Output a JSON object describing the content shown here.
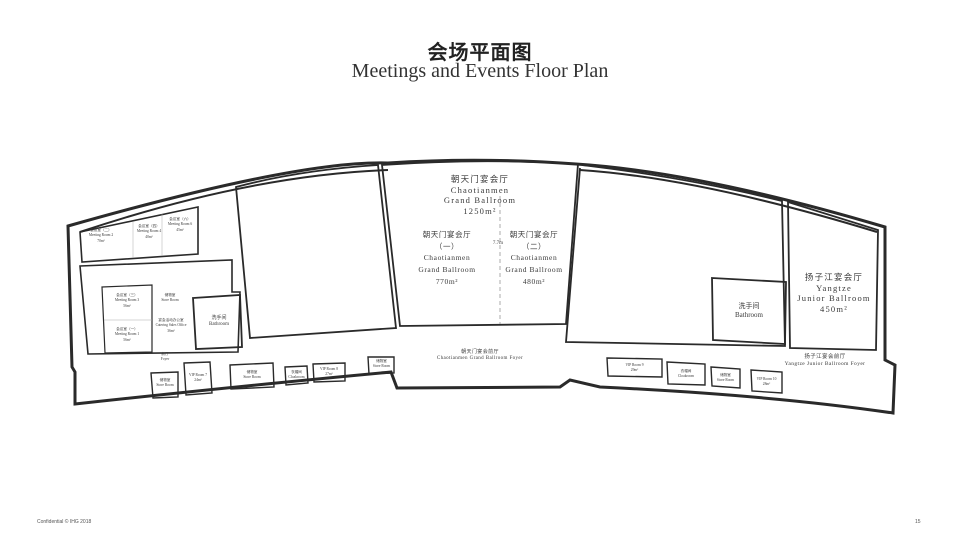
{
  "header": {
    "title_cn": "会场平面图",
    "title_en": "Meetings and Events Floor Plan"
  },
  "rooms": {
    "meeting_room_2": {
      "cn": "会议室（二）",
      "en": "Meeting Room 2",
      "area": "70m²"
    },
    "meeting_room_4": {
      "cn": "会议室（四）",
      "en": "Meeting Room 4",
      "area": "40m²"
    },
    "meeting_room_6": {
      "cn": "会议室（六）",
      "en": "Meeting Room 6",
      "area": "45m²"
    },
    "meeting_room_3": {
      "cn": "会议室（三）",
      "en": "Meeting Room 3",
      "area": "56m²"
    },
    "meeting_room_1": {
      "cn": "会议室（一）",
      "en": "Meeting Room 1",
      "area": "56m²"
    },
    "store_room_left": {
      "cn": "储物室",
      "en": "Store Room"
    },
    "catering_office": {
      "cn": "宴会活动办公室",
      "en": "Catering Sales Office",
      "area": "36m²"
    },
    "bathroom_left": {
      "cn": "洗手间",
      "en": "Bathroom"
    },
    "foyer_left": {
      "cn": "前厅",
      "en": "Foyer"
    },
    "store_room_a": {
      "cn": "储物室",
      "en": "Store Room"
    },
    "vip_room_7": {
      "cn": "",
      "en": "VIP Room 7",
      "area": "24m²"
    },
    "store_room_b": {
      "cn": "储物室",
      "en": "Store Room"
    },
    "cloakroom_left": {
      "cn": "衣帽间",
      "en": "Cloakroom"
    },
    "vip_room_8": {
      "cn": "",
      "en": "VIP Room 8",
      "area": "27m²"
    },
    "store_room_c": {
      "cn": "储物室",
      "en": "Store Room"
    },
    "grand_ballroom": {
      "cn": "朝天门宴会厅",
      "en1": "Chaotianmen",
      "en2": "Grand Ballroom",
      "area": "1250m²"
    },
    "grand_ballroom_1": {
      "cn": "朝天门宴会厅",
      "sub": "（一）",
      "en1": "Chaotianmen",
      "en2": "Grand Ballroom",
      "area": "770m²"
    },
    "grand_ballroom_2": {
      "cn": "朝天门宴会厅",
      "sub": "（二）",
      "en1": "Chaotianmen",
      "en2": "Grand Ballroom",
      "area": "480m²"
    },
    "divider_height": "7.7m",
    "grand_foyer": {
      "cn": "朝天门宴会前厅",
      "en": "Chaotianmen Grand Ballroom Foyer"
    },
    "vip_room_9": {
      "cn": "",
      "en": "VIP Room 9",
      "area": "29m²"
    },
    "cloakroom_right": {
      "cn": "衣帽间",
      "en": "Cloakroom"
    },
    "store_room_d": {
      "cn": "储物室",
      "en": "Store Room"
    },
    "vip_room_10": {
      "cn": "",
      "en": "VIP Room 10",
      "area": "28m²"
    },
    "bathroom_right": {
      "cn": "洗手间",
      "en": "Bathroom"
    },
    "yangtze": {
      "cn": "扬子江宴会厅",
      "en1": "Yangtze",
      "en2": "Junior Ballroom",
      "area": "450m²"
    },
    "yangtze_foyer": {
      "cn": "扬子江宴会前厅",
      "en": "Yangtze Junior Ballroom Foyer"
    }
  },
  "footer": {
    "left": "Confidential © IHG 2018",
    "page_number": "15"
  },
  "colors": {
    "wall": "#2a2a2a",
    "background": "#ffffff",
    "text": "#3a3a3a"
  }
}
